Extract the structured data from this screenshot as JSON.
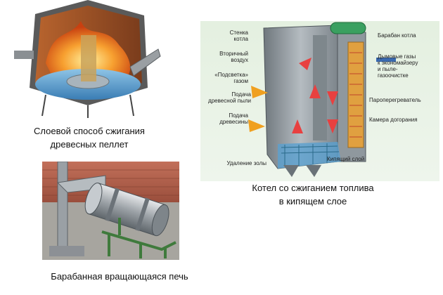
{
  "captions": {
    "layer": [
      "Слоевой способ сжигания",
      "древесных пеллет"
    ],
    "fluidized": [
      "Котел со сжиганием топлива",
      "в кипящем слое"
    ],
    "drum": "Барабанная вращающаяся печь"
  },
  "fluidized_labels": {
    "left": [
      [
        "Стенка",
        "котла"
      ],
      [
        "Вторичный",
        "воздух"
      ],
      [
        "«Подсветка»",
        "газом"
      ],
      [
        "Подача",
        "древесной пыли"
      ],
      [
        "Подача",
        "древесины"
      ],
      [
        "Удаление золы"
      ]
    ],
    "right": [
      [
        "Барабан котла"
      ],
      [
        "Дымовые газы",
        "к экономайзеру",
        "и пыле-",
        "газоочистке"
      ],
      [
        "Пароперегреватель"
      ],
      [
        "Камера догорания"
      ],
      [
        "Кипящий слой"
      ]
    ]
  },
  "colors": {
    "fire": "#f07020",
    "water": "#5aa0d0",
    "steel": "#8e969c",
    "green_frame": "#3f7a3c",
    "arrow_red": "#e84040",
    "arrow_orange": "#f0a020"
  }
}
